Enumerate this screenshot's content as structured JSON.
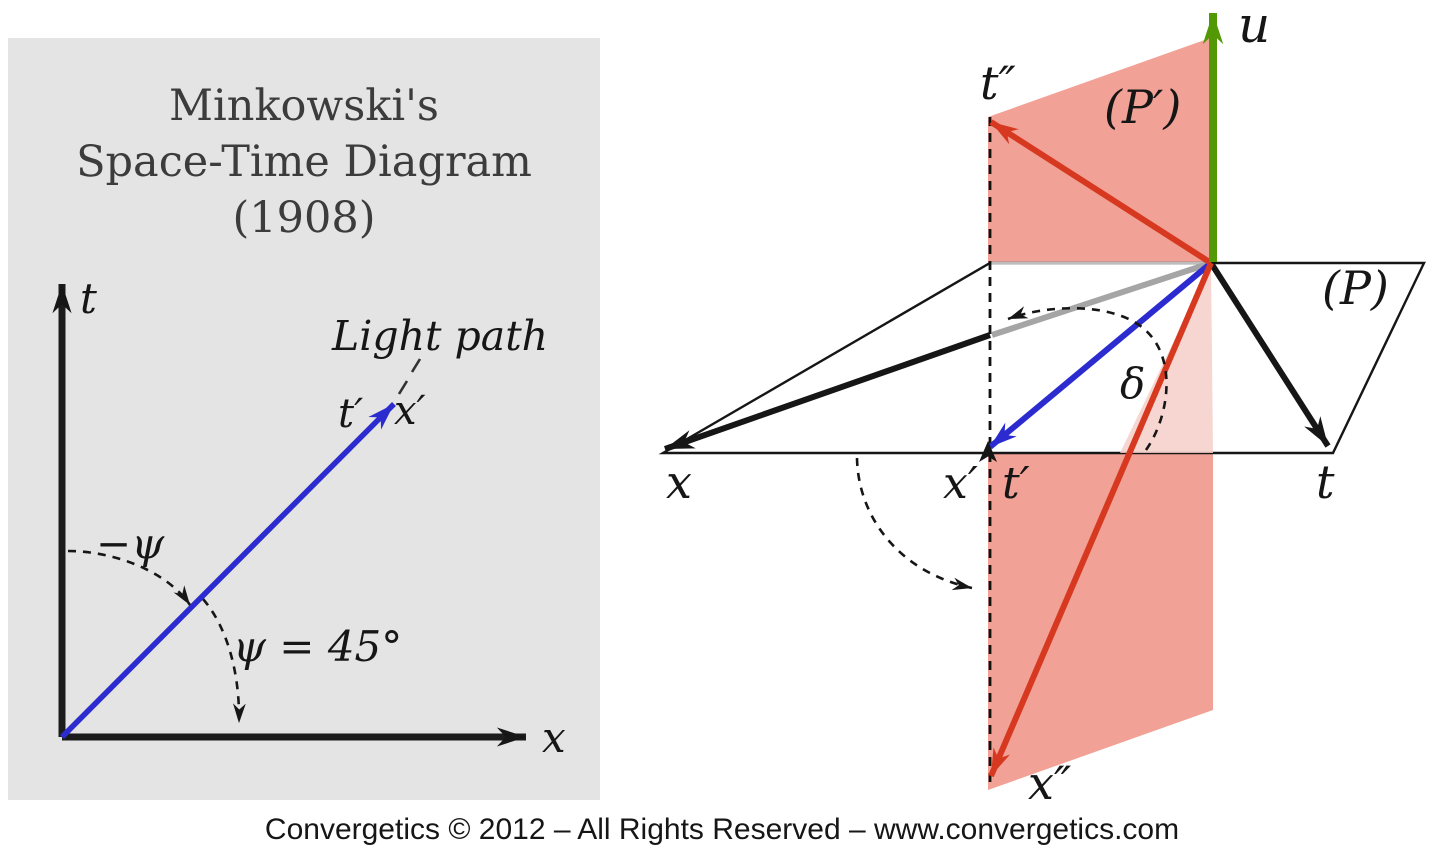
{
  "colors": {
    "panel_bg": "#e4e4e4",
    "plane_red": "#f2a196",
    "plane_red_pale": "#f6cfc9",
    "blue": "#2b2bd0",
    "red": "#d63920",
    "green": "#539906",
    "gray_segment": "#a5a5a5",
    "edge_gray": "#bdbdbd",
    "ink": "#161616"
  },
  "left_panel": {
    "title": {
      "line1": "Minkowski's",
      "line2": "Space-Time Diagram",
      "line3": "(1908)"
    },
    "labels": {
      "t_axis": "t",
      "x_axis": "x",
      "t_prime": "t′",
      "x_prime": "x′",
      "light_path": "Light path",
      "minus_psi": "−ψ",
      "psi_value": "ψ = 45°"
    }
  },
  "right_panel": {
    "labels": {
      "u_axis": "u",
      "t_double_prime": "t″",
      "plane_p_prime": "(P′)",
      "plane_p": "(P)",
      "x_axis": "x",
      "x_prime": "x′",
      "t_prime": "t′",
      "t_axis": "t",
      "delta": "δ",
      "x_double_prime": "x″"
    }
  },
  "footer": {
    "credit": "Convergetics © 2012 – All Rights Reserved – www.convergetics.com"
  }
}
